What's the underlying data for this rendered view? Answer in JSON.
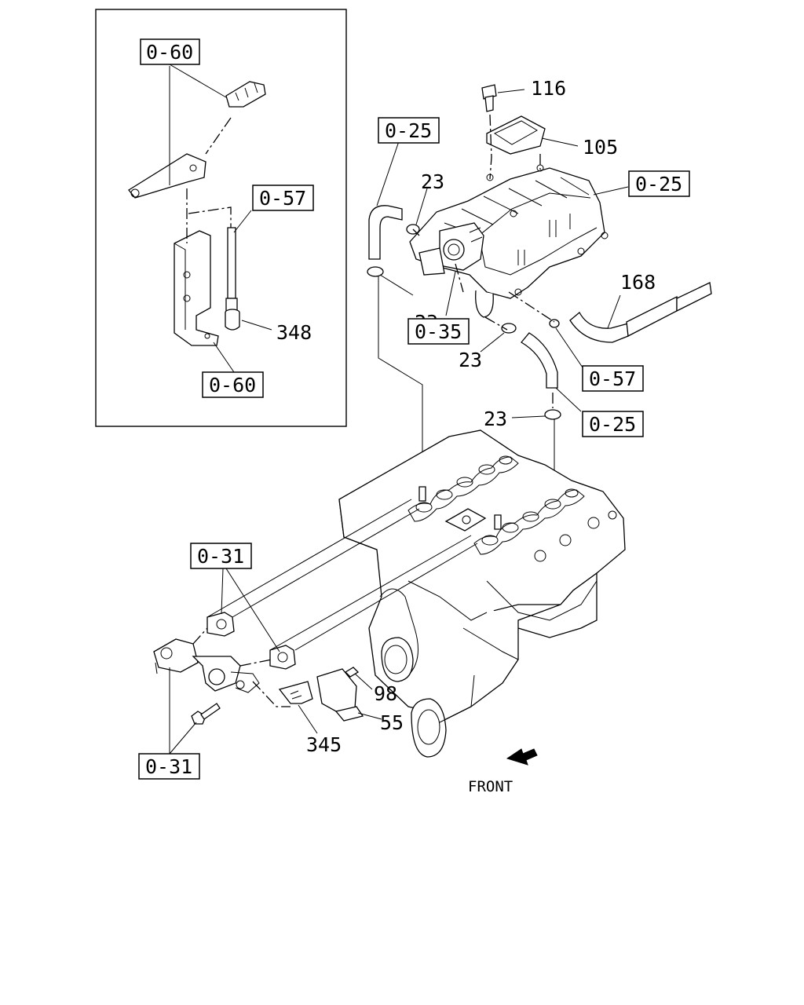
{
  "ref_labels": {
    "inset_top": "0-60",
    "inset_pipe": "0-57",
    "inset_bottom": "0-60",
    "hose_left": "0-25",
    "manifold": "0-25",
    "throttle": "0-35",
    "hose_right": "0-57",
    "hose_lower": "0-25",
    "egr_top": "0-31",
    "egr_bottom": "0-31"
  },
  "part_numbers": {
    "bolt": "116",
    "module": "105",
    "clamp_top": "23",
    "clamp_left": "23",
    "clamp_mid": "23",
    "clamp_lower": "23",
    "pipe_168": "168",
    "cap_348": "348",
    "bolt_98": "98",
    "bracket_55": "55",
    "bracket_345": "345"
  },
  "front_label": "FRONT"
}
